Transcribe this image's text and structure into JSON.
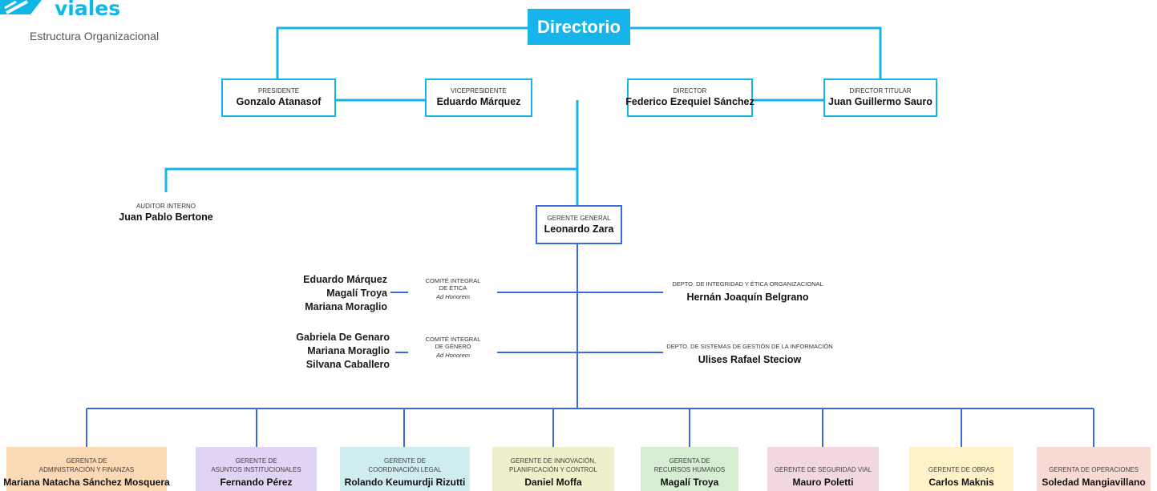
{
  "header": {
    "logo_text": "viales",
    "subtitle": "Estructura Organizacional"
  },
  "directorio": {
    "label": "Directorio"
  },
  "board": [
    {
      "role": "PRESIDENTE",
      "name": "Gonzalo Atanasof"
    },
    {
      "role": "VICEPRESIDENTE",
      "name": "Eduardo Márquez"
    },
    {
      "role": "DIRECTOR",
      "name": "Federico Ezequiel Sánchez"
    },
    {
      "role": "DIRECTOR TITULAR",
      "name": "Juan Guillermo Sauro"
    }
  ],
  "auditor": {
    "role": "AUDITOR INTERNO",
    "name": "Juan Pablo Bertone"
  },
  "gerente_general": {
    "role": "GERENTE GENERAL",
    "name": "Leonardo Zara"
  },
  "committees": [
    {
      "members": [
        "Eduardo Márquez",
        "Magalí Troya",
        "Mariana Moraglio"
      ],
      "title_l1": "COMITÉ INTEGRAL",
      "title_l2": "DE ÉTICA",
      "note": "Ad Honorem"
    },
    {
      "members": [
        "Gabriela De Genaro",
        "Mariana Moraglio",
        "Silvana Caballero"
      ],
      "title_l1": "COMITÉ INTEGRAL",
      "title_l2": "DE GÉNERO",
      "note": "Ad Honorem"
    }
  ],
  "departments": [
    {
      "role": "DEPTO. DE INTEGRIDAD Y ÉTICA ORGANIZACIONAL",
      "name": "Hernán Joaquín Belgrano"
    },
    {
      "role": "DEPTO. DE SISTEMAS DE GESTIÓN DE LA INFORMACIÓN",
      "name": "Ulises Rafael Steciow"
    }
  ],
  "managers": [
    {
      "role_l1": "GERENTA DE",
      "role_l2": "ADMINISTRACIÓN Y FINANZAS",
      "name": "Mariana Natacha Sánchez Mosquera",
      "color": "#fbd9b4"
    },
    {
      "role_l1": "GERENTE DE",
      "role_l2": "ASUNTOS INSTITUCIONALES",
      "name": "Fernando Pérez",
      "color": "#e1d3f4"
    },
    {
      "role_l1": "GERENTE DE",
      "role_l2": "COORDINACIÓN LEGAL",
      "name": "Rolando Keumurdji Rizutti",
      "color": "#cfecf0"
    },
    {
      "role_l1": "GERENTE DE INNOVACIÓN,",
      "role_l2": "PLANIFICACIÓN Y CONTROL",
      "name": "Daniel Moffa",
      "color": "#eef0c9"
    },
    {
      "role_l1": "GERENTA DE",
      "role_l2": "RECURSOS HUMANOS",
      "name": "Magalí Troya",
      "color": "#d6ecd3"
    },
    {
      "role_l1": "",
      "role_l2": "GERENTE DE SEGURIDAD VIAL",
      "name": "Mauro Poletti",
      "color": "#f2d6e2"
    },
    {
      "role_l1": "",
      "role_l2": "GERENTE DE OBRAS",
      "name": "Carlos Maknis",
      "color": "#fdf1c8"
    },
    {
      "role_l1": "",
      "role_l2": "GERENTA DE OPERACIONES",
      "name": "Soledad Mangiavillano",
      "color": "#f9d9d4"
    }
  ]
}
